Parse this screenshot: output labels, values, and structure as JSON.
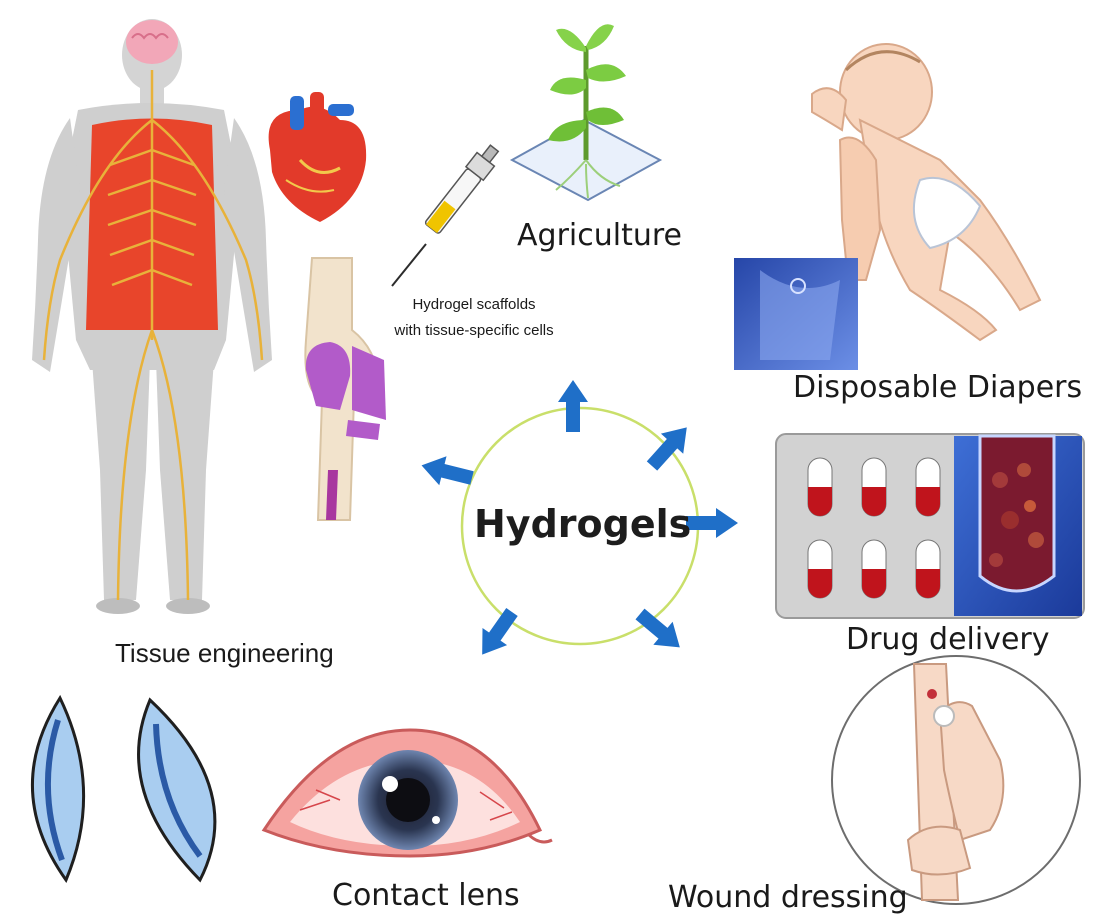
{
  "center": {
    "label": "Hydrogels"
  },
  "applications": {
    "agriculture": "Agriculture",
    "diapers": "Disposable Diapers",
    "drug_delivery": "Drug delivery",
    "wound_dressing": "Wound dressing",
    "contact_lens": "Contact lens",
    "tissue_engineering": "Tissue engineering",
    "scaffold_line1": "Hydrogel scaffolds",
    "scaffold_line2": "with tissue-specific cells"
  },
  "colors": {
    "arrow": "#1f6fc8",
    "circle_border": "#c9df6a",
    "body_gray": "#cfcfcf",
    "muscle_red": "#e8452b",
    "nerve_yellow": "#e8b23a",
    "capsule_red": "#c0141c",
    "eye_pink": "#f5a3a0",
    "lens_blue": "#a9cdf0"
  }
}
